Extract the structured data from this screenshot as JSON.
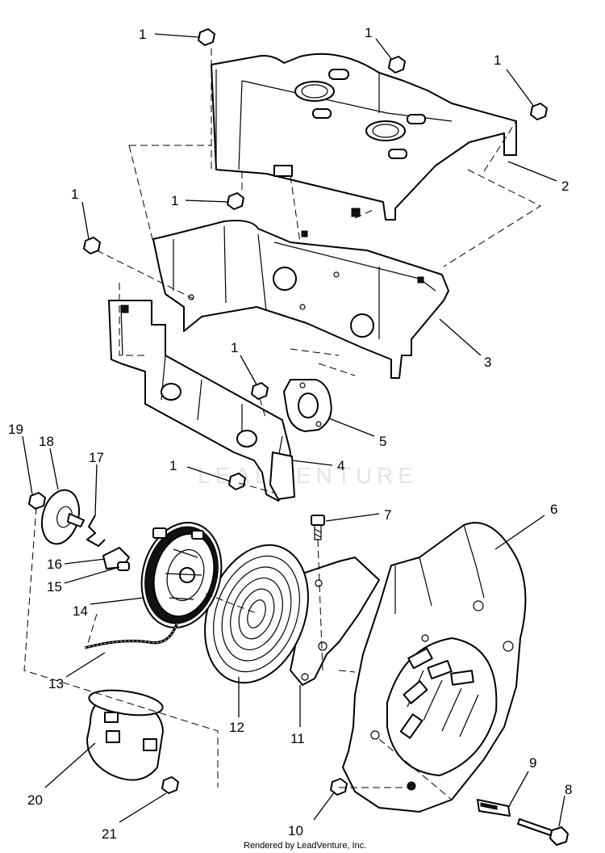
{
  "diagram": {
    "callouts": [
      {
        "id": "c1a",
        "text": "1"
      },
      {
        "id": "c1b",
        "text": "1"
      },
      {
        "id": "c1c",
        "text": "1"
      },
      {
        "id": "c1d",
        "text": "1"
      },
      {
        "id": "c1e",
        "text": "1"
      },
      {
        "id": "c1f",
        "text": "1"
      },
      {
        "id": "c1g",
        "text": "1"
      },
      {
        "id": "c2",
        "text": "2"
      },
      {
        "id": "c3",
        "text": "3"
      },
      {
        "id": "c4",
        "text": "4"
      },
      {
        "id": "c5",
        "text": "5"
      },
      {
        "id": "c6",
        "text": "6"
      },
      {
        "id": "c7",
        "text": "7"
      },
      {
        "id": "c8",
        "text": "8"
      },
      {
        "id": "c9",
        "text": "9"
      },
      {
        "id": "c10",
        "text": "10"
      },
      {
        "id": "c11",
        "text": "11"
      },
      {
        "id": "c12",
        "text": "12"
      },
      {
        "id": "c13",
        "text": "13"
      },
      {
        "id": "c14",
        "text": "14"
      },
      {
        "id": "c15",
        "text": "15"
      },
      {
        "id": "c16",
        "text": "16"
      },
      {
        "id": "c17",
        "text": "17"
      },
      {
        "id": "c18",
        "text": "18"
      },
      {
        "id": "c19",
        "text": "19"
      },
      {
        "id": "c20",
        "text": "20"
      },
      {
        "id": "c21",
        "text": "21"
      }
    ],
    "watermark": "LEADVENTURE",
    "credit": "Rendered by LeadVenture, Inc."
  }
}
